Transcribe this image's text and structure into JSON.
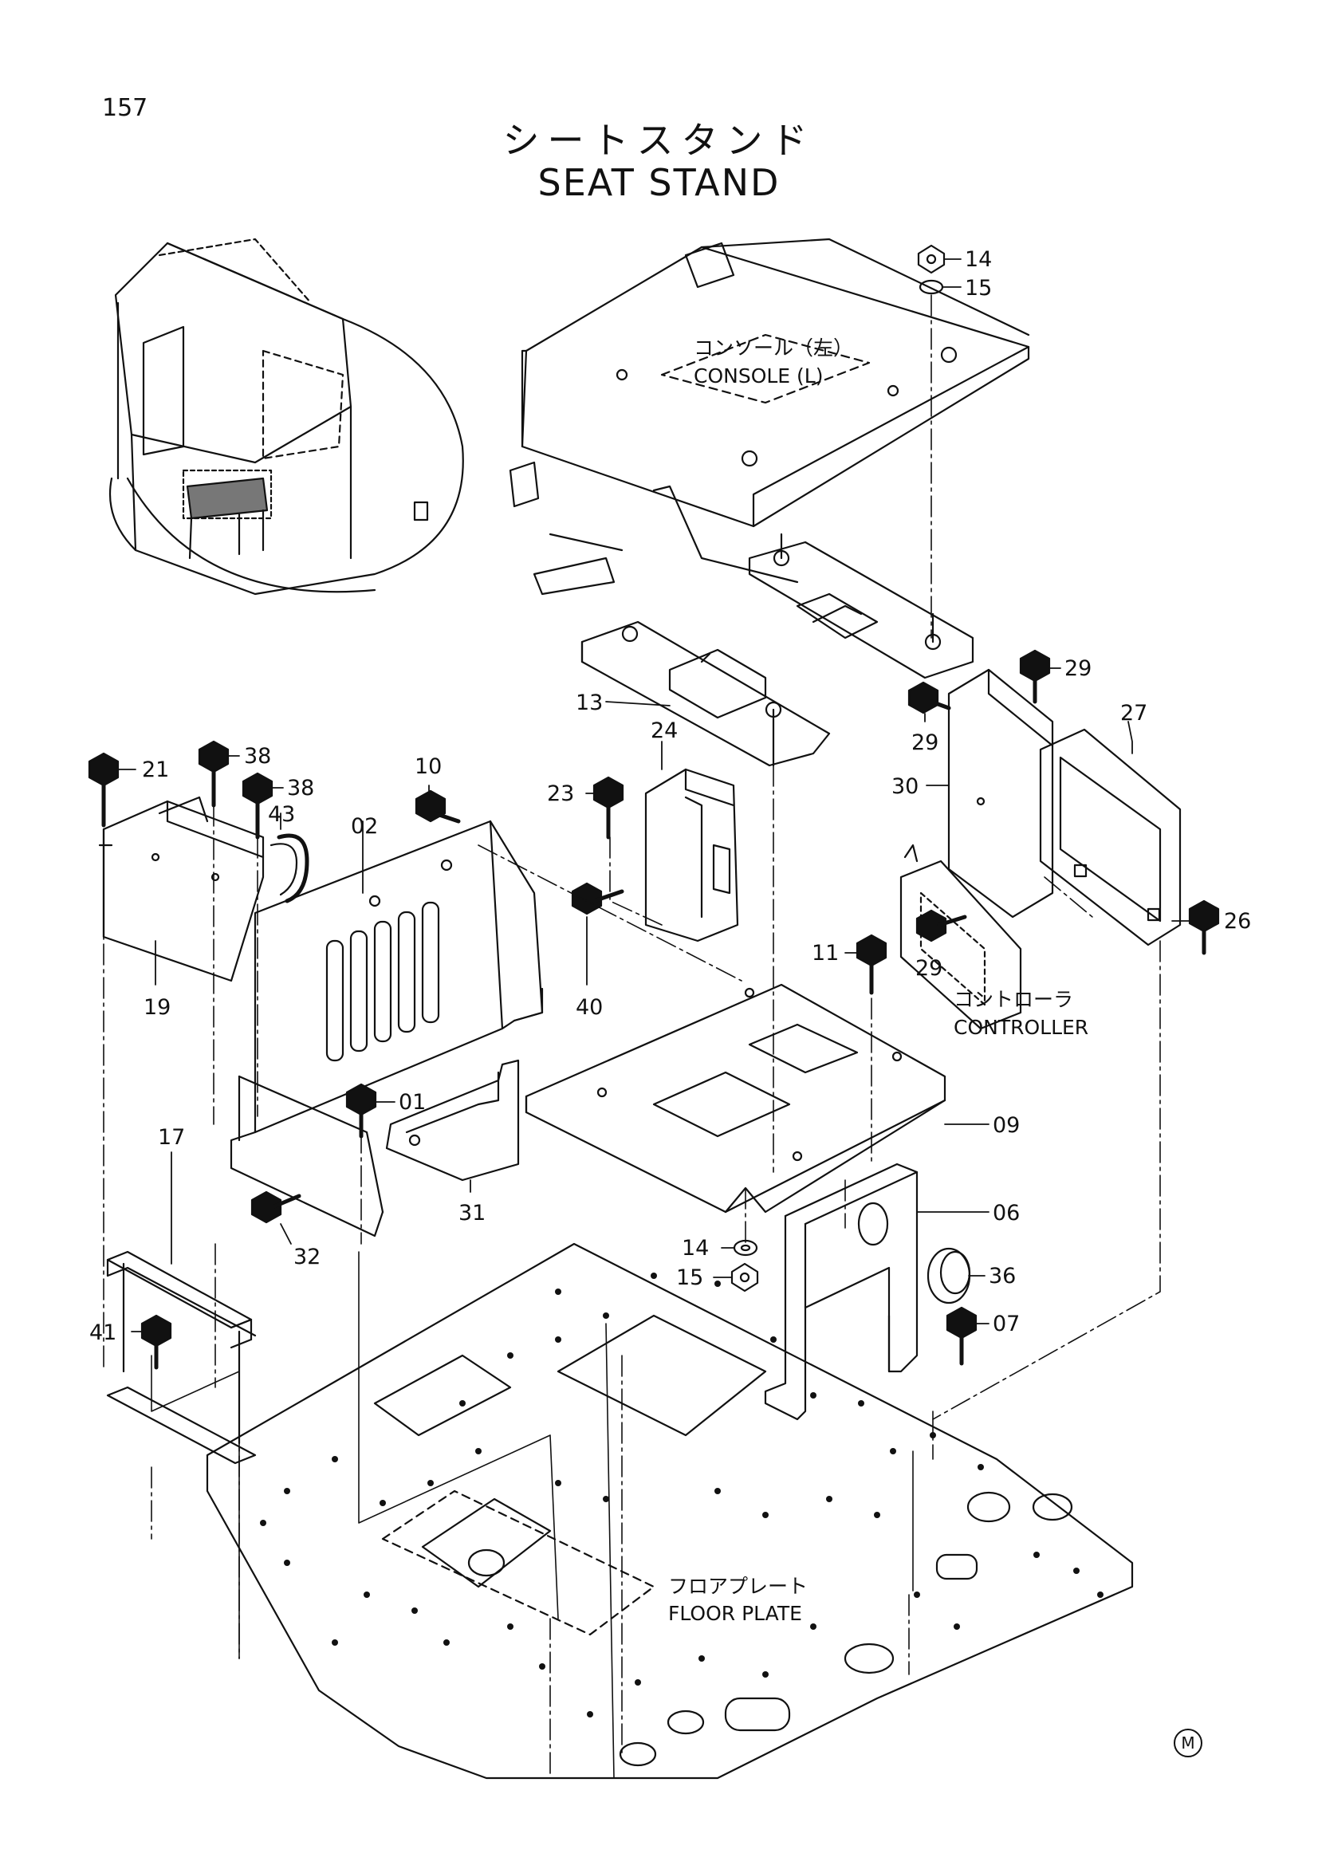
{
  "page_number": "157",
  "title_jp": "シートスタンド",
  "title_en": "SEAT STAND",
  "mark": "M",
  "labels": {
    "console_jp": "コンソール（左）",
    "console_en": "CONSOLE (L)",
    "controller_jp": "コントローラ",
    "controller_en": "CONTROLLER",
    "floor_jp": "フロアプレート",
    "floor_en": "FLOOR PLATE"
  },
  "callouts": [
    "14",
    "15",
    "13",
    "29",
    "29",
    "27",
    "30",
    "29",
    "26",
    "21",
    "38",
    "38",
    "10",
    "23",
    "24",
    "43",
    "02",
    "19",
    "40",
    "11",
    "01",
    "17",
    "09",
    "31",
    "32",
    "06",
    "14",
    "15",
    "36",
    "41",
    "07"
  ]
}
